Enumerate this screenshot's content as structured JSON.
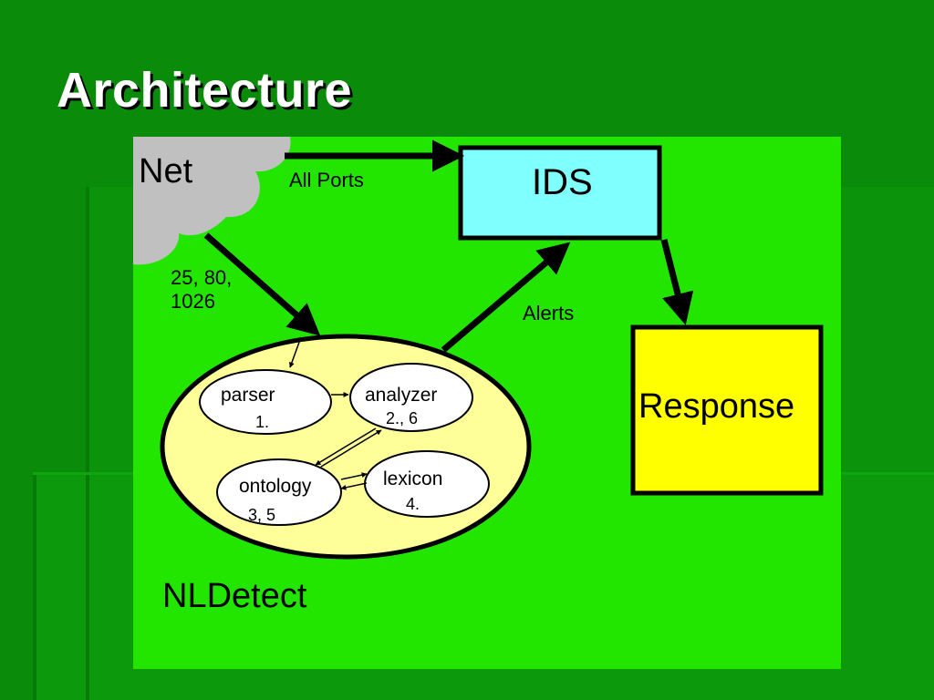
{
  "slide": {
    "title": "Architecture"
  },
  "diagram": {
    "colors": {
      "panel": "#22e600",
      "net_cloud": "#c0c0c0",
      "ids_box": "#80ffff",
      "response_box": "#ffff00",
      "nldetect_ellipse": "#ffff99",
      "component_ellipse": "#ffffff",
      "arrows": "#000000"
    },
    "net": {
      "label": "Net"
    },
    "ids": {
      "label": "IDS"
    },
    "response": {
      "label": "Response"
    },
    "nldetect": {
      "label": "NLDetect"
    },
    "edge_labels": {
      "all_ports": "All Ports",
      "ports_line1": "25, 80,",
      "ports_line2": "1026",
      "alerts": "Alerts"
    },
    "components": {
      "parser": {
        "name": "parser",
        "step": "1."
      },
      "analyzer": {
        "name": "analyzer",
        "step": "2., 6"
      },
      "ontology": {
        "name": "ontology",
        "step": "3, 5"
      },
      "lexicon": {
        "name": "lexicon",
        "step": "4."
      }
    }
  }
}
